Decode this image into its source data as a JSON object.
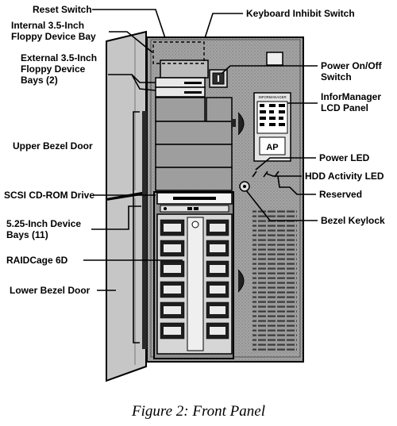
{
  "figure": {
    "caption": "Figure 2: Front Panel",
    "labels": {
      "reset_switch": "Reset Switch",
      "internal_floppy_1": "Internal 3.5-Inch",
      "internal_floppy_2": "Floppy Device Bay",
      "external_floppy_1": "External 3.5-Inch",
      "external_floppy_2": "Floppy Device",
      "external_floppy_3": "Bays (2)",
      "upper_bezel_door": "Upper Bezel Door",
      "scsi_cdrom": "SCSI CD-ROM Drive",
      "bays_525_1": "5.25-Inch Device",
      "bays_525_2": "Bays (11)",
      "raidcage": "RAIDCage 6D",
      "lower_bezel_door": "Lower Bezel Door",
      "keyboard_inhibit": "Keyboard Inhibit Switch",
      "power_switch_1": "Power On/Off",
      "power_switch_2": "Switch",
      "informanager_1": "InforManager",
      "informanager_2": "LCD Panel",
      "power_led": "Power LED",
      "hdd_led": "HDD Activity LED",
      "reserved": "Reserved",
      "bezel_keylock": "Bezel Keylock"
    },
    "lcd_panel_brand": "INFORMANAGER",
    "badge_text": "AP",
    "colors": {
      "ink": "#000000",
      "paper": "#ffffff",
      "chassis": "#8f8f8f",
      "door": "#c6c6c6"
    }
  }
}
